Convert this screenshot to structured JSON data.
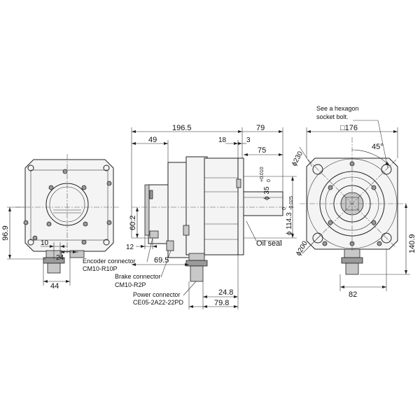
{
  "note": {
    "line1": "See a hexagon",
    "line2": "socket bolt."
  },
  "dimensions": {
    "d196_5": "196.5",
    "d79_top": "79",
    "d49": "49",
    "d18": "18",
    "d3": "3",
    "d75": "75",
    "d176": "176",
    "d45deg": "45°",
    "d230": "230",
    "d35": "35",
    "d35_tol_upper": "+0.010",
    "d35_tol_lower": "0",
    "d114_3": "114.3",
    "d114_3_tol_upper": "0",
    "d114_3_tol_lower": "-0.025",
    "d200": "200",
    "d140_9": "140.9",
    "d82": "82",
    "d96_9": "96.9",
    "d10": "10",
    "d24": "24",
    "d44": "44",
    "d60_2": "60.2",
    "d12": "12",
    "d69_5": "69.5",
    "d24_8": "24.8",
    "d79_8": "79.8",
    "diameter_symbol": "ϕ",
    "square_symbol": "□"
  },
  "labels": {
    "oil_seal": "Oil seal",
    "encoder_connector": "Encoder connector",
    "encoder_part": "CM10-R10P",
    "brake_connector": "Brake connector",
    "brake_part": "CM10-R2P",
    "power_connector": "Power connector",
    "power_part": "CE05-2A22-22PD"
  }
}
